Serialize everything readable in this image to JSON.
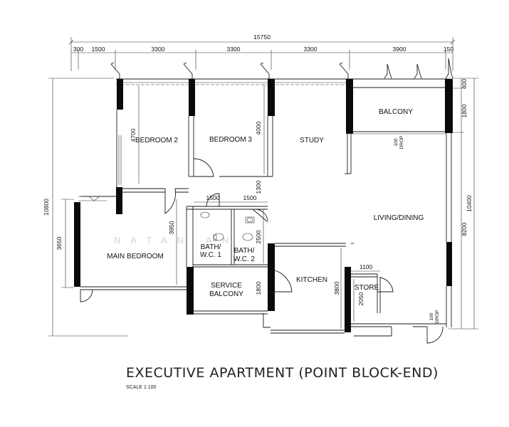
{
  "title": "EXECUTIVE APARTMENT (POINT BLOCK-END)",
  "scale": "SCALE 1:100",
  "watermark": "NATAN AN",
  "dimensions": {
    "top_total": "15750",
    "top_segments": [
      "300",
      "1500",
      "3300",
      "3300",
      "3300",
      "3900",
      "150"
    ],
    "left_total": "10800",
    "left_main": "3650",
    "right_total": "10400",
    "right_top": "400",
    "right_balcony": "1800",
    "right_living": "8200",
    "bedroom2_depth": "4700",
    "bedroom3_depth": "4000",
    "bath_width_1": "1500",
    "bath_width_2": "1500",
    "corridor": "1300",
    "bath_depth": "2500",
    "main_bedroom_depth": "3950",
    "service_depth": "1800",
    "kitchen_depth": "3800",
    "store_width": "1100",
    "store_depth": "2050"
  },
  "rooms": {
    "bedroom2": "BEDROOM 2",
    "bedroom3": "BEDROOM 3",
    "study": "STUDY",
    "balcony": "BALCONY",
    "living": "LIVING/DINING",
    "main_bedroom": "MAIN BEDROOM",
    "bath1_a": "BATH/",
    "bath1_b": "W.C. 1",
    "bath2_a": "BATH/",
    "bath2_b": "W.C. 2",
    "service_a": "SERVICE",
    "service_b": "BALCONY",
    "kitchen": "KITCHEN",
    "store": "STORE"
  },
  "drops": {
    "balcony_a": "100",
    "balcony_b": "DROP",
    "entry_a": "100",
    "entry_b": "DROP"
  }
}
